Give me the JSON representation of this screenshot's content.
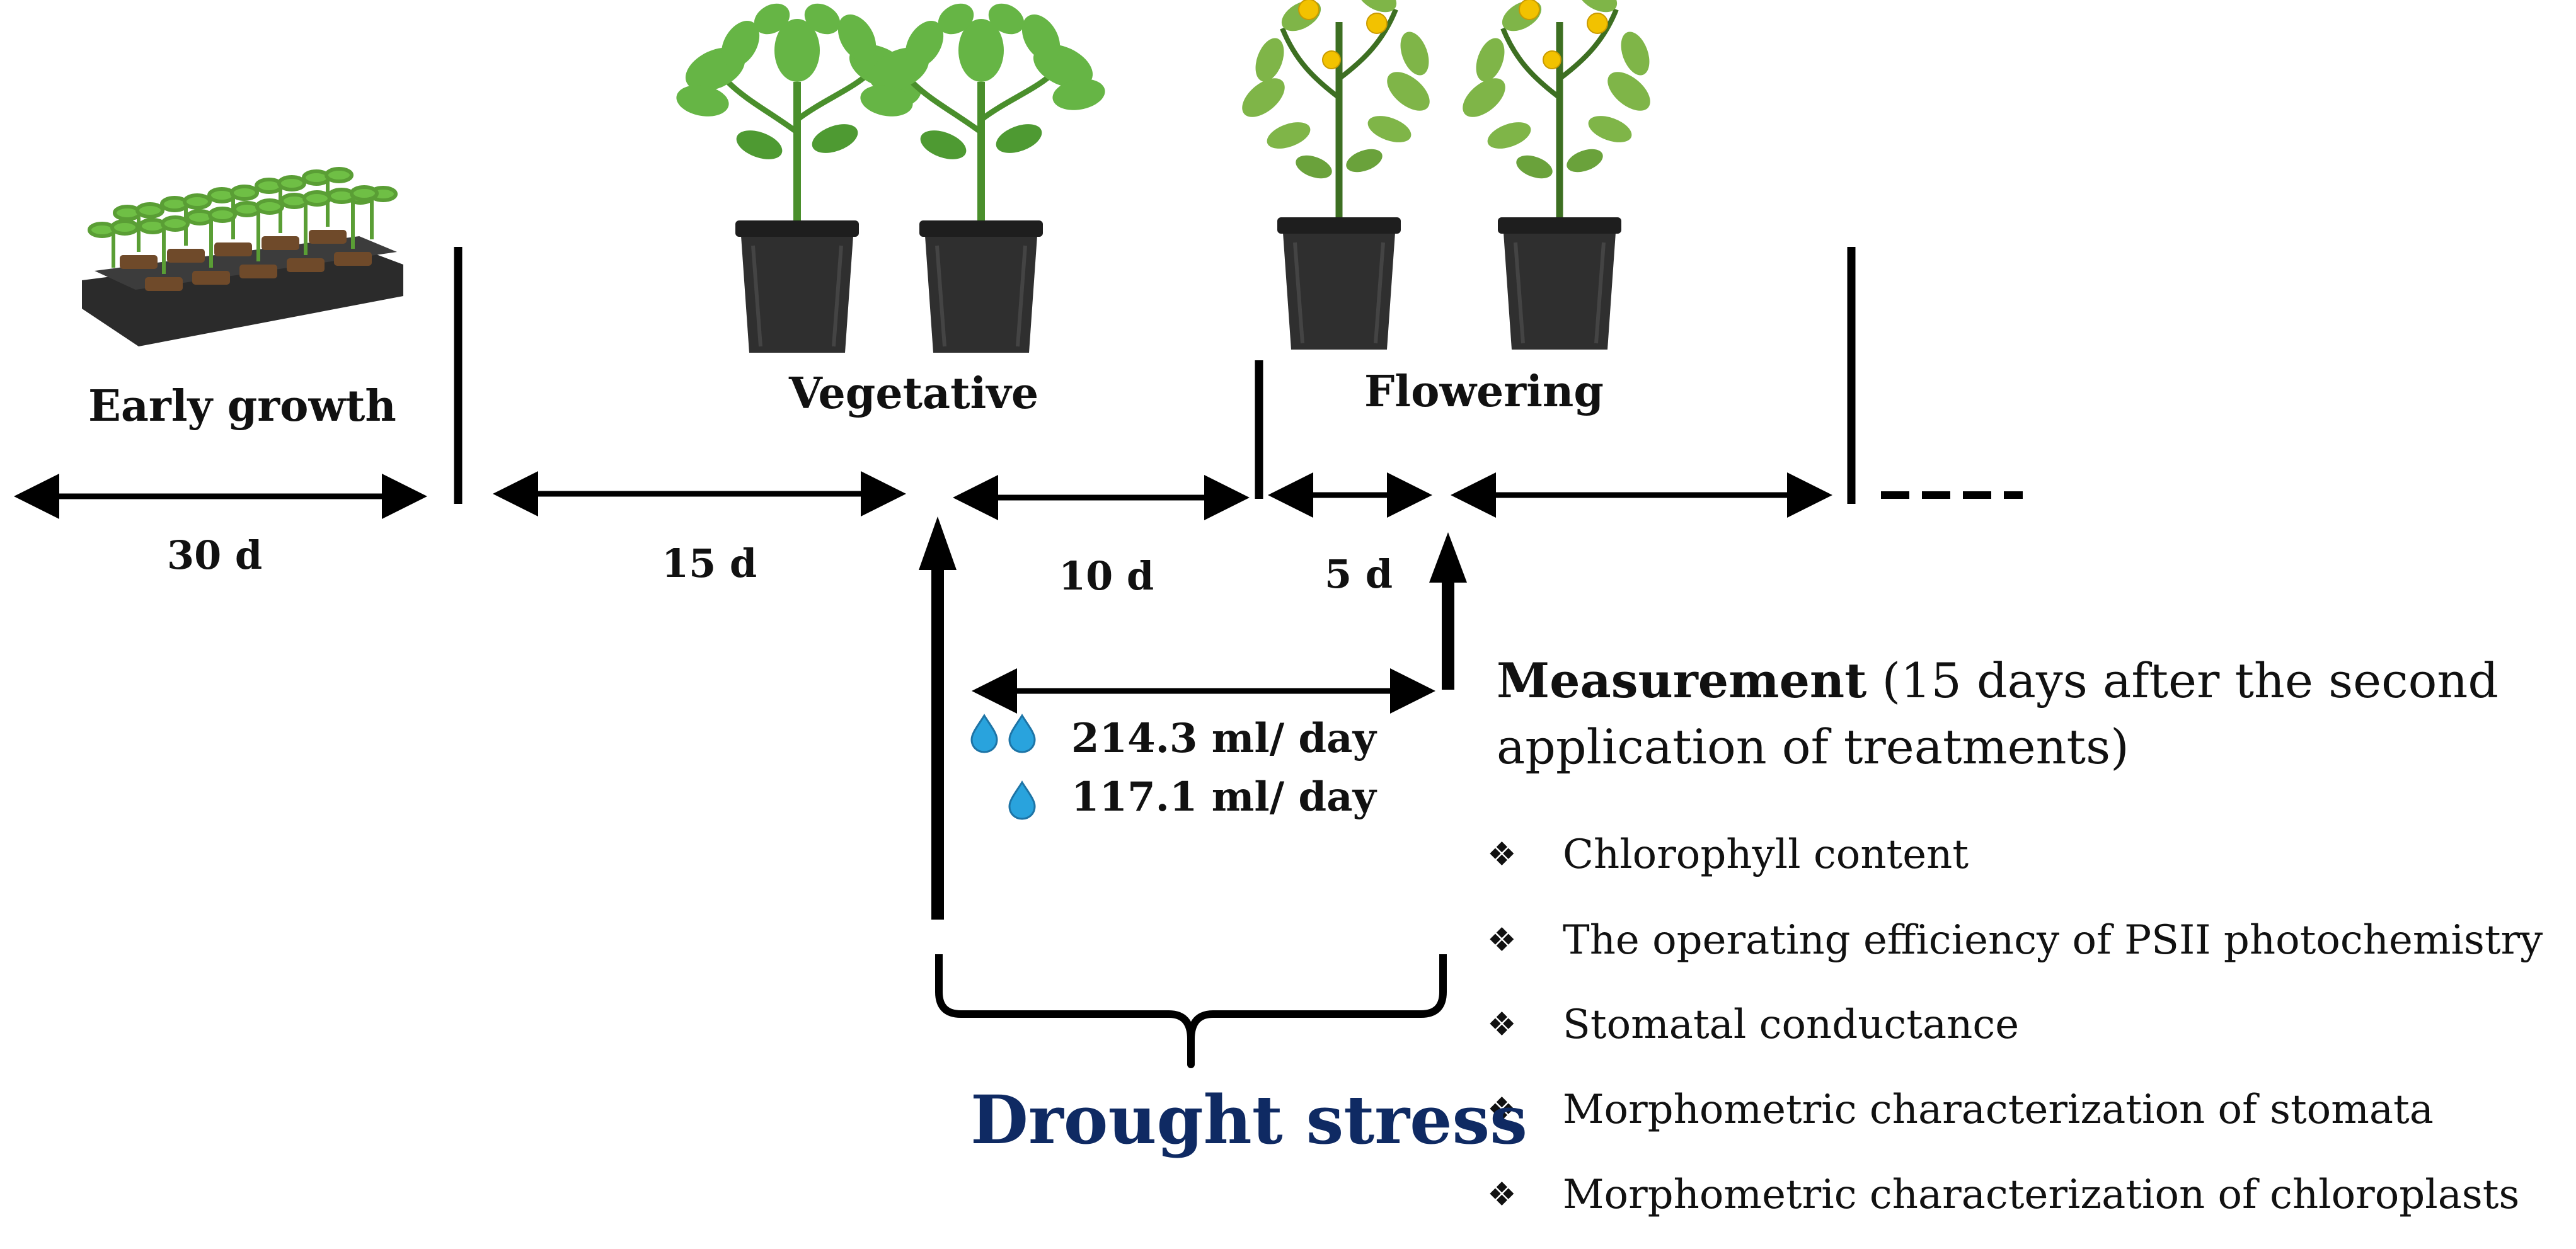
{
  "stages": {
    "early_growth": "Early growth",
    "vegetative": "Vegetative",
    "flowering": "Flowering"
  },
  "durations": {
    "d30": "30 d",
    "d15": "15 d",
    "d10": "10 d",
    "d5": "5 d"
  },
  "irrigation": {
    "full": "214.3 ml/ day",
    "reduced": "117.1 ml/ day"
  },
  "measurement": {
    "title_bold": "Measurement",
    "title_rest": " (15 days after the second",
    "title_line2": "application  of treatments)",
    "items": [
      "Chlorophyll content",
      "The operating efficiency of PSII photochemistry",
      "Stomatal conductance",
      "Morphometric characterization of stomata",
      "Morphometric characterization of chloroplasts"
    ]
  },
  "drought_label": "Drought stress",
  "colors": {
    "line": "#000000",
    "drought_text": "#0f2a63",
    "water_drop": "#29a3dd",
    "leaf": "#5fae3c",
    "leaf_dark": "#3f8a2a",
    "pot": "#2b2b2b",
    "flower": "#f2c200"
  },
  "icons": [
    "seedling-tray-icon",
    "vegetative-plant-icon",
    "flowering-plant-icon",
    "water-drop-icon",
    "bullet-diamond-icon"
  ]
}
